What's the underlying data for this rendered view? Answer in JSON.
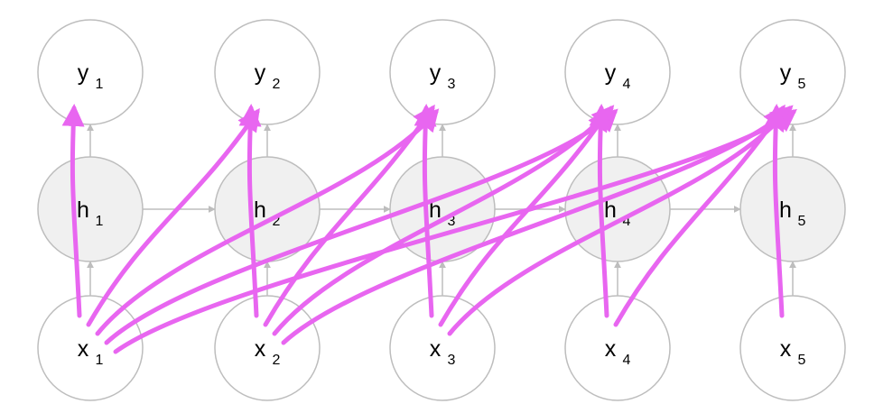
{
  "colors": {
    "node_stroke": "#bdbdbd",
    "hidden_fill": "#f0f0f0",
    "io_fill": "#ffffff",
    "recurrent_edge": "#bdbdbd",
    "attention_edge": "#e866f0"
  },
  "nodes": {
    "outputs": [
      {
        "letter": "y",
        "sub": "1"
      },
      {
        "letter": "y",
        "sub": "2"
      },
      {
        "letter": "y",
        "sub": "3"
      },
      {
        "letter": "y",
        "sub": "4"
      },
      {
        "letter": "y",
        "sub": "5"
      }
    ],
    "hidden": [
      {
        "letter": "h",
        "sub": "1"
      },
      {
        "letter": "h",
        "sub": "2"
      },
      {
        "letter": "h",
        "sub": "3"
      },
      {
        "letter": "h",
        "sub": "4"
      },
      {
        "letter": "h",
        "sub": "5"
      }
    ],
    "inputs": [
      {
        "letter": "x",
        "sub": "1"
      },
      {
        "letter": "x",
        "sub": "2"
      },
      {
        "letter": "x",
        "sub": "3"
      },
      {
        "letter": "x",
        "sub": "4"
      },
      {
        "letter": "x",
        "sub": "5"
      }
    ]
  },
  "edges": {
    "recurrent": [
      {
        "from": "h1",
        "to": "h2"
      },
      {
        "from": "h2",
        "to": "h3"
      },
      {
        "from": "h3",
        "to": "h4"
      },
      {
        "from": "h4",
        "to": "h5"
      }
    ],
    "input_to_hidden": [
      {
        "from": "x1",
        "to": "h1"
      },
      {
        "from": "x2",
        "to": "h2"
      },
      {
        "from": "x3",
        "to": "h3"
      },
      {
        "from": "x4",
        "to": "h4"
      },
      {
        "from": "x5",
        "to": "h5"
      }
    ],
    "hidden_to_output": [
      {
        "from": "h1",
        "to": "y1"
      },
      {
        "from": "h2",
        "to": "y2"
      },
      {
        "from": "h3",
        "to": "y3"
      },
      {
        "from": "h4",
        "to": "y4"
      },
      {
        "from": "h5",
        "to": "y5"
      }
    ],
    "attention": [
      {
        "from": "x1",
        "to": "y1"
      },
      {
        "from": "x1",
        "to": "y2"
      },
      {
        "from": "x1",
        "to": "y3"
      },
      {
        "from": "x1",
        "to": "y4"
      },
      {
        "from": "x1",
        "to": "y5"
      },
      {
        "from": "x2",
        "to": "y2"
      },
      {
        "from": "x2",
        "to": "y3"
      },
      {
        "from": "x2",
        "to": "y4"
      },
      {
        "from": "x2",
        "to": "y5"
      },
      {
        "from": "x3",
        "to": "y3"
      },
      {
        "from": "x3",
        "to": "y4"
      },
      {
        "from": "x3",
        "to": "y5"
      },
      {
        "from": "x4",
        "to": "y4"
      },
      {
        "from": "x4",
        "to": "y5"
      },
      {
        "from": "x5",
        "to": "y5"
      }
    ]
  }
}
